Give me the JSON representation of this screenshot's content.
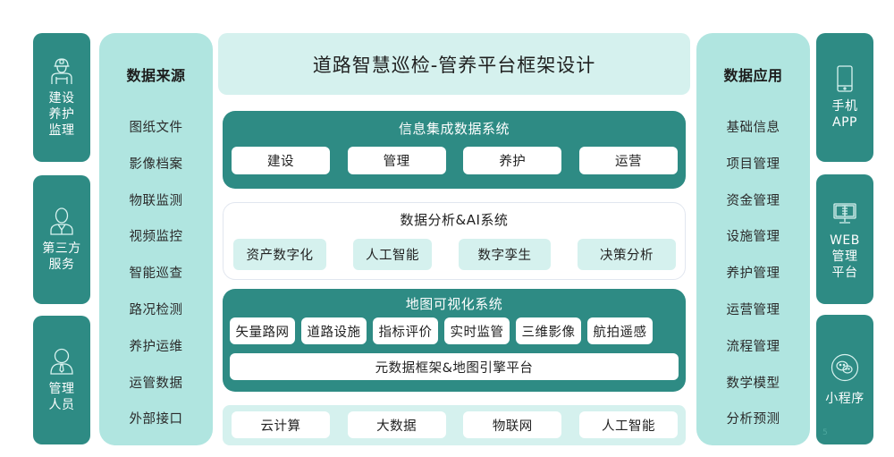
{
  "title": "道路智慧巡检-管养平台框架设计",
  "colors": {
    "dark_teal": "#2e8b84",
    "light_teal": "#b0e5e0",
    "pale_teal": "#d5f1ee",
    "white": "#ffffff"
  },
  "left_roles": [
    {
      "label": "建设\n养护\n监理",
      "icon": "construction-worker-icon"
    },
    {
      "label": "第三方\n服务",
      "icon": "business-person-icon"
    },
    {
      "label": "管理\n人员",
      "icon": "manager-icon"
    }
  ],
  "data_sources": {
    "title": "数据来源",
    "items": [
      "图纸文件",
      "影像档案",
      "物联监测",
      "视频监控",
      "智能巡查",
      "路况检测",
      "养护运维",
      "运管数据",
      "外部接口"
    ]
  },
  "info_system": {
    "title": "信息集成数据系统",
    "items": [
      "建设",
      "管理",
      "养护",
      "运营"
    ]
  },
  "ai_system": {
    "title": "数据分析&AI系统",
    "items": [
      "资产数字化",
      "人工智能",
      "数字孪生",
      "决策分析"
    ]
  },
  "map_system": {
    "title": "地图可视化系统",
    "items": [
      "矢量路网",
      "道路设施",
      "指标评价",
      "实时监管",
      "三维影像",
      "航拍遥感"
    ],
    "platform": "元数据框架&地图引擎平台"
  },
  "infrastructure": {
    "items": [
      "云计算",
      "大数据",
      "物联网",
      "人工智能"
    ]
  },
  "data_applications": {
    "title": "数据应用",
    "items": [
      "基础信息",
      "项目管理",
      "资金管理",
      "设施管理",
      "养护管理",
      "运营管理",
      "流程管理",
      "数学模型",
      "分析预测"
    ]
  },
  "right_platforms": [
    {
      "label": "手机\nAPP",
      "icon": "mobile-phone-icon"
    },
    {
      "label": "WEB\n管理\n平台",
      "icon": "monitor-icon"
    },
    {
      "label": "小程序",
      "icon": "wechat-icon"
    }
  ],
  "page_number": "5"
}
